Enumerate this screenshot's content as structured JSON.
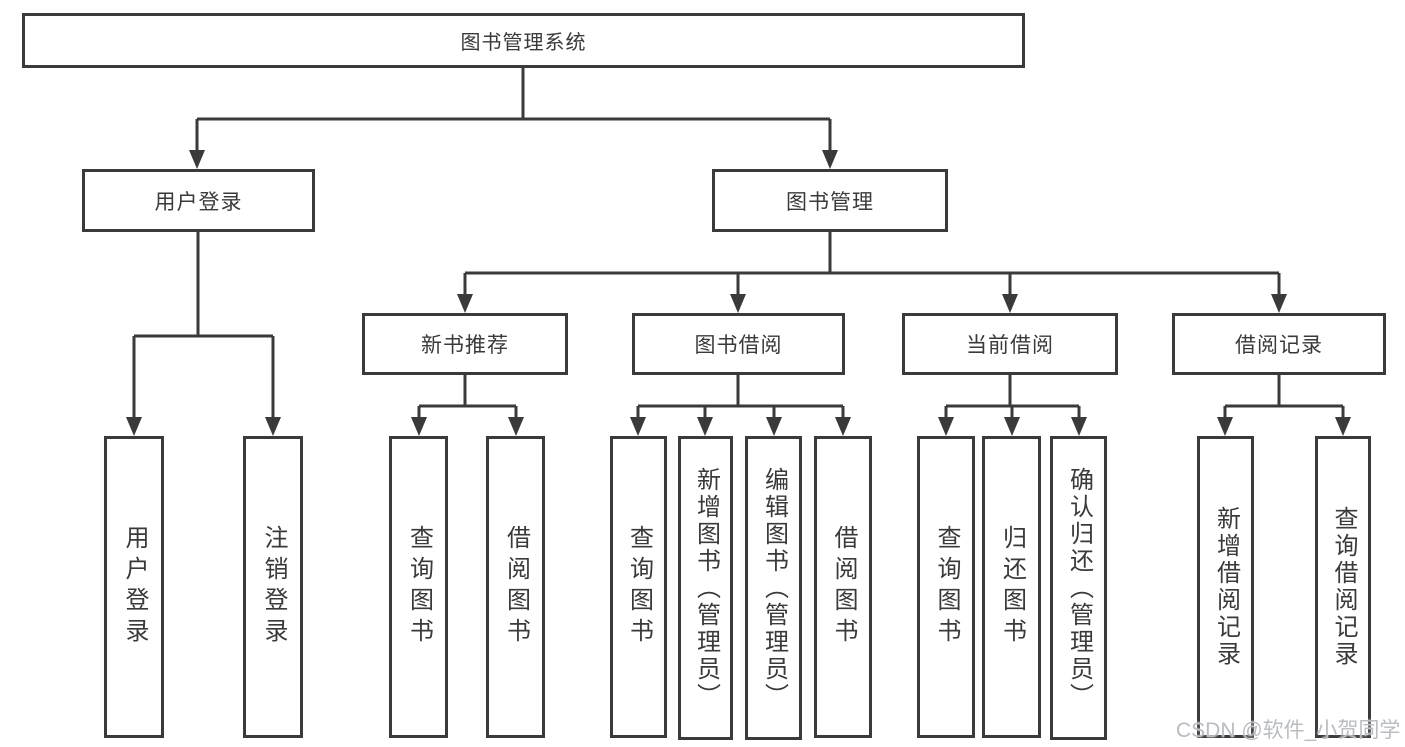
{
  "colors": {
    "line": "#3a3a3a",
    "text": "#3a3a3a",
    "background": "#ffffff"
  },
  "watermark": {
    "text": "CSDN @软件_小贺同学"
  },
  "diagram": {
    "root": {
      "label": "图书管理系统"
    },
    "branches": [
      {
        "label": "用户登录",
        "children": [
          {
            "label": "用户登录"
          },
          {
            "label": "注销登录"
          }
        ]
      },
      {
        "label": "图书管理",
        "children": [
          {
            "label": "新书推荐",
            "children": [
              {
                "label": "查询图书"
              },
              {
                "label": "借阅图书"
              }
            ]
          },
          {
            "label": "图书借阅",
            "children": [
              {
                "label": "查询图书"
              },
              {
                "label": "新增图书（管理员）"
              },
              {
                "label": "编辑图书（管理员）"
              },
              {
                "label": "借阅图书"
              }
            ]
          },
          {
            "label": "当前借阅",
            "children": [
              {
                "label": "查询图书"
              },
              {
                "label": "归还图书"
              },
              {
                "label": "确认归还（管理员）"
              }
            ]
          },
          {
            "label": "借阅记录",
            "children": [
              {
                "label": "新增借阅记录"
              },
              {
                "label": "查询借阅记录"
              }
            ]
          }
        ]
      }
    ]
  }
}
